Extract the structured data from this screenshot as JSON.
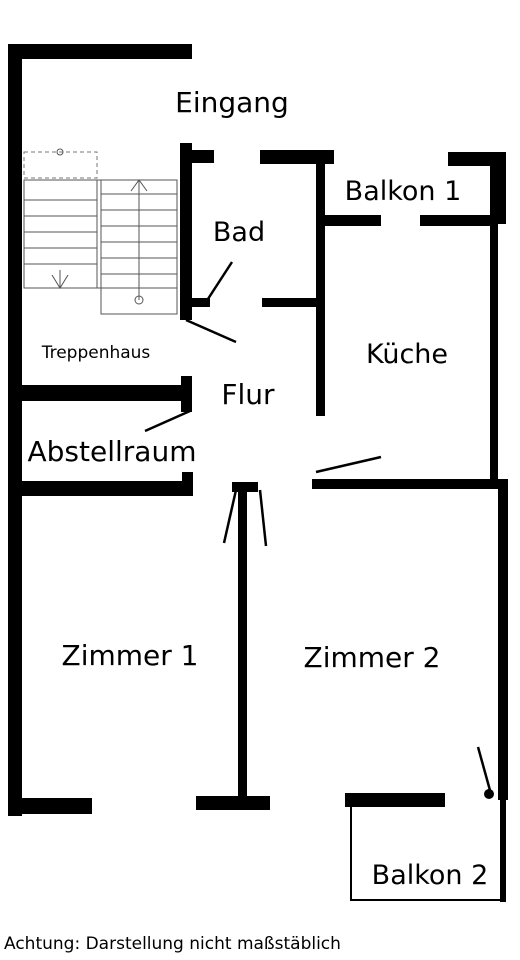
{
  "rooms": {
    "eingang": "Eingang",
    "balkon1": "Balkon 1",
    "bad": "Bad",
    "kueche": "Küche",
    "treppenhaus": "Treppenhaus",
    "flur": "Flur",
    "abstellraum": "Abstellraum",
    "zimmer1": "Zimmer 1",
    "zimmer2": "Zimmer 2",
    "balkon2": "Balkon 2"
  },
  "note": "Achtung: Darstellung nicht maßstäblich"
}
